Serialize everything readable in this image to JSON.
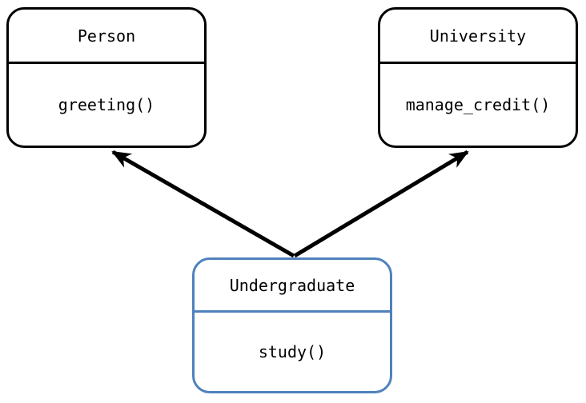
{
  "diagram": {
    "kind": "uml-class-diagram",
    "background_color": "#ffffff",
    "default_border_color": "#000000",
    "accent_color": "#4f81bd",
    "classes": [
      {
        "name": "Person",
        "method": "greeting()",
        "border_color": "#000000"
      },
      {
        "name": "University",
        "method": "manage_credit()",
        "border_color": "#000000"
      },
      {
        "name": "Undergraduate",
        "method": "study()",
        "border_color": "#4f81bd"
      }
    ],
    "relations": [
      {
        "from": "Undergraduate",
        "to": "Person",
        "type": "inheritance",
        "color": "#000000"
      },
      {
        "from": "Undergraduate",
        "to": "University",
        "type": "inheritance",
        "color": "#000000"
      }
    ]
  }
}
